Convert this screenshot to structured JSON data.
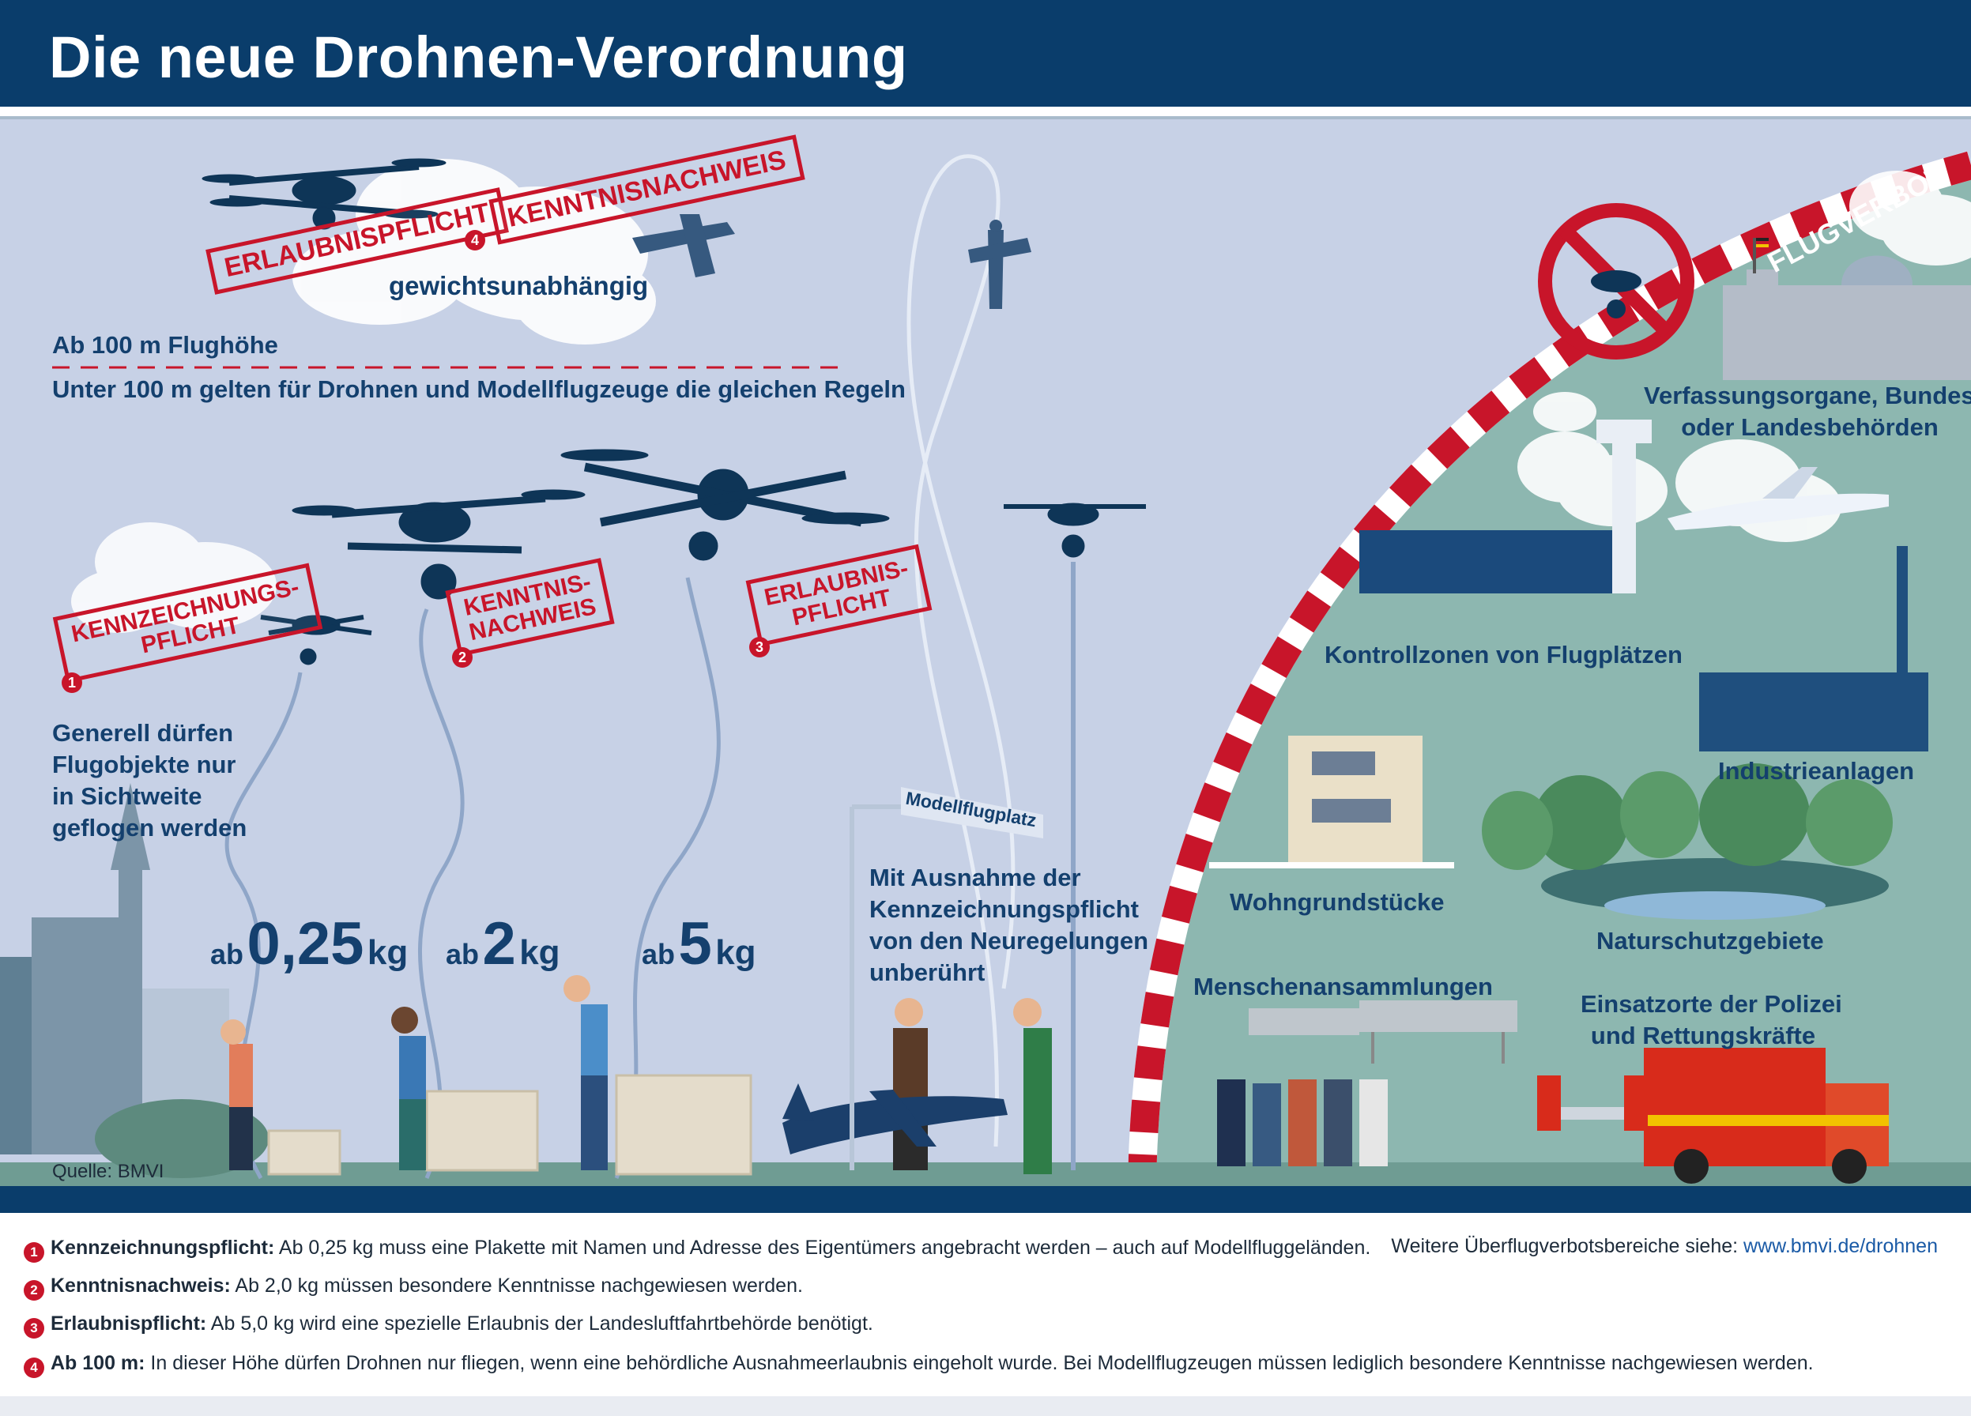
{
  "title": "Die neue Drohnen-Verordnung",
  "top_section": {
    "stamp_erlaubnis": "ERLAUBNISPFLICHT",
    "stamp_number": "4",
    "stamp_kenntnis": "KENNTNISNACHWEIS",
    "weight_note": "gewichtsunabhängig",
    "altitude_label": "Ab 100 m Flughöhe",
    "below_note": "Unter 100 m gelten für Drohnen und Modellflugzeuge die gleichen Regeln"
  },
  "categories": [
    {
      "stamp_line1": "KENNZEICHNUNGS-",
      "stamp_line2": "PFLICHT",
      "number": "1",
      "ab": "ab",
      "weight": "0,25",
      "unit": "kg"
    },
    {
      "stamp_line1": "KENNTNIS-",
      "stamp_line2": "NACHWEIS",
      "number": "2",
      "ab": "ab",
      "weight": "2",
      "unit": "kg"
    },
    {
      "stamp_line1": "ERLAUBNIS-",
      "stamp_line2": "PFLICHT",
      "number": "3",
      "ab": "ab",
      "weight": "5",
      "unit": "kg"
    }
  ],
  "sight_note": [
    "Generell dürfen",
    "Flugobjekte nur",
    "in Sichtweite",
    "geflogen werden"
  ],
  "model_field": {
    "sign": "Modellflugplatz",
    "note": [
      "Mit Ausnahme der",
      "Kennzeichnungspflicht",
      "von den Neuregelungen",
      "unberührt"
    ]
  },
  "no_fly": {
    "banner": "FLUGVERBOT",
    "zones": {
      "government": [
        "Verfassungsorgane, Bundes-",
        "oder Landesbehörden"
      ],
      "airports": "Kontrollzonen von Flugplätzen",
      "industry": "Industrieanlagen",
      "residential": "Wohngrundstücke",
      "nature": "Naturschutzgebiete",
      "crowds": "Menschenansammlungen",
      "emergency": [
        "Einsatzorte der Polizei",
        "und Rettungskräfte"
      ]
    }
  },
  "source": "Quelle: BMVI",
  "footnotes": [
    {
      "num": "1",
      "term": "Kennzeichnungspflicht:",
      "text": " Ab 0,25 kg muss eine Plakette mit Namen und Adresse des Eigentümers angebracht werden – auch auf Modellfluggeländen."
    },
    {
      "num": "2",
      "term": "Kenntnisnachweis:",
      "text": " Ab 2,0 kg müssen besondere Kenntnisse nachgewiesen werden."
    },
    {
      "num": "3",
      "term": "Erlaubnispflicht:",
      "text": " Ab 5,0 kg wird eine spezielle Erlaubnis der Landesluftfahrtbehörde benötigt."
    },
    {
      "num": "4",
      "term": "Ab 100 m:",
      "text": " In dieser Höhe dürfen Drohnen nur fliegen, wenn eine behördliche Ausnahmeerlaubnis eingeholt wurde. Bei Modellflugzeugen müssen lediglich besondere Kenntnisse nachgewiesen werden."
    }
  ],
  "more_info": {
    "text": "Weitere Überflugverbotsbereiche siehe: ",
    "link": "www.bmvi.de/drohnen"
  },
  "colors": {
    "navy": "#0a3d6b",
    "stamp_red": "#c8152a",
    "sky": "#c7d1e6",
    "green_zone": "#8db7b0",
    "text_blue": "#14406e"
  }
}
